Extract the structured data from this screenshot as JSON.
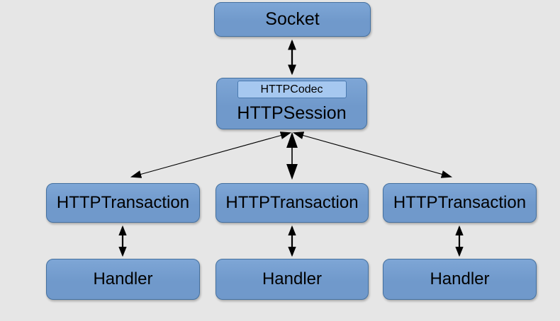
{
  "colors": {
    "bg": "#e6e6e6",
    "node_fill": "#7099cb",
    "node_fill_light": "#7ea6d6",
    "node_border": "#44709f",
    "codec_fill": "#a6c8f0",
    "codec_border": "#4a7ab0",
    "arrow": "#000000",
    "text": "#000000"
  },
  "diagram": {
    "type": "class-architecture-diagram",
    "nodes": {
      "socket": {
        "label": "Socket"
      },
      "codec": {
        "label": "HTTPCodec"
      },
      "session": {
        "label": "HTTPSession"
      },
      "transactions": [
        {
          "label": "HTTPTransaction"
        },
        {
          "label": "HTTPTransaction"
        },
        {
          "label": "HTTPTransaction"
        }
      ],
      "handlers": [
        {
          "label": "Handler"
        },
        {
          "label": "Handler"
        },
        {
          "label": "Handler"
        }
      ]
    },
    "edges": [
      {
        "from": "Socket",
        "to": "HTTPSession",
        "style": "double-arrow"
      },
      {
        "from": "HTTPSession",
        "to": "HTTPTransaction-1",
        "style": "double-arrow"
      },
      {
        "from": "HTTPSession",
        "to": "HTTPTransaction-2",
        "style": "double-arrow"
      },
      {
        "from": "HTTPSession",
        "to": "HTTPTransaction-3",
        "style": "double-arrow"
      },
      {
        "from": "HTTPTransaction-1",
        "to": "Handler-1",
        "style": "double-arrow"
      },
      {
        "from": "HTTPTransaction-2",
        "to": "Handler-2",
        "style": "double-arrow"
      },
      {
        "from": "HTTPTransaction-3",
        "to": "Handler-3",
        "style": "double-arrow"
      }
    ]
  }
}
